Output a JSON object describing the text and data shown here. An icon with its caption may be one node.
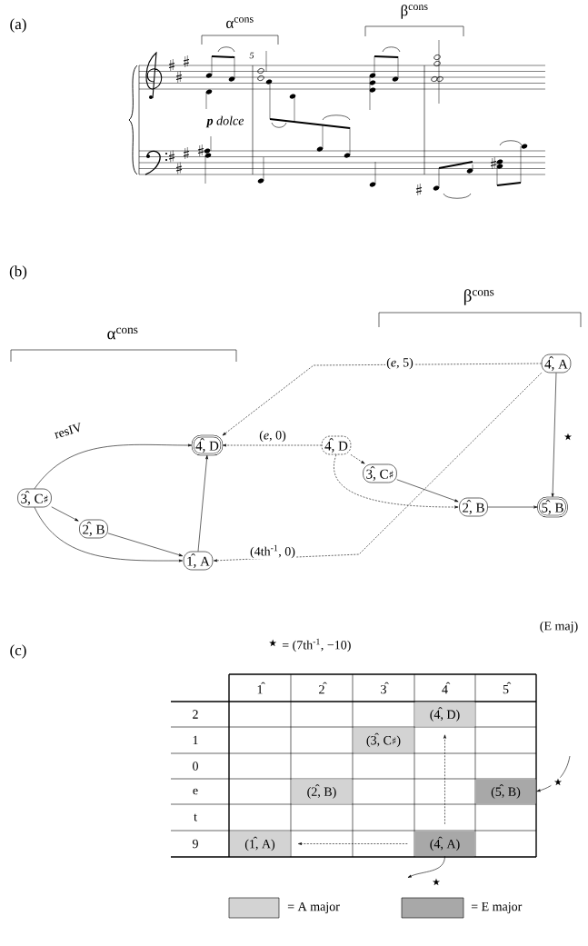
{
  "diagram": {
    "nodes": [
      {
        "text": [
          "3̂, C♯"
        ]
      },
      {
        "text": [
          "2̂, B"
        ]
      },
      {
        "text": [
          "1̂, A"
        ]
      },
      {
        "text": [
          "4̂, D"
        ]
      },
      {
        "text": [
          "4̂, D"
        ]
      },
      {
        "text": [
          "3̂, C♯"
        ]
      },
      {
        "text": [
          "2̂, B"
        ]
      },
      {
        "text": [
          "5̂, B"
        ]
      },
      {
        "text": [
          "4̂, A"
        ]
      },
      {
        "text": [
          "(4̂, D)"
        ]
      },
      {
        "text": [
          "(3̂, C♯)"
        ]
      },
      {
        "text": [
          "(2̂, B)"
        ]
      },
      {
        "text": [
          "(5̂, B)"
        ]
      },
      {
        "text": [
          "(1̂, A)"
        ]
      },
      {
        "text": [
          "(4̂, A)"
        ]
      }
    ],
    "edges": [
      {
        "from": 0,
        "to": 3,
        "arrow": "to",
        "label": "resIV"
      },
      {
        "from": 0,
        "to": 1,
        "arrow": "to"
      },
      {
        "from": 0,
        "to": 2,
        "arrow": "to"
      },
      {
        "from": 1,
        "to": 2,
        "arrow": "to"
      },
      {
        "from": 2,
        "to": 3,
        "arrow": "to"
      },
      {
        "from": 4,
        "to": 3,
        "arrow": "to",
        "label": "(*e*, 0)",
        "style": "dashed"
      },
      {
        "from": 4,
        "to": 5,
        "arrow": "to",
        "style": "dashed"
      },
      {
        "from": 4,
        "to": 6,
        "arrow": "to",
        "style": "dashed"
      },
      {
        "from": 5,
        "to": 6,
        "arrow": "to"
      },
      {
        "from": 6,
        "to": 7,
        "arrow": "to"
      },
      {
        "from": 8,
        "to": 7,
        "arrow": "to",
        "label": "⋆"
      },
      {
        "from": 8,
        "to": 3,
        "arrow": "to",
        "label": "(*e*, 5)",
        "style": "dashed"
      },
      {
        "from": 8,
        "to": 2,
        "arrow": "to",
        "label": "(4th$^{-1}$, 0)",
        "style": "dashed"
      },
      {
        "from": 14,
        "to": 9,
        "arrow": "to",
        "style": "dashed"
      },
      {
        "from": 14,
        "to": 13,
        "arrow": "to",
        "style": "dashed"
      },
      {
        "from": null,
        "to": 12,
        "arrow": "to",
        "label": "⋆"
      },
      {
        "from": 14,
        "to": null,
        "arrow": "to",
        "label": "⋆"
      }
    ],
    "labels": [
      "(a)",
      "α$^{cons}$",
      "β$^{cons}$",
      "5",
      "**p** dolce",
      "(b)",
      "β$^{cons}$",
      "α$^{cons}$",
      "(E maj)",
      "⋆ = (7th$^{-1}$, −10)",
      "(c)",
      "1̂",
      "2̂",
      "3̂",
      "4̂",
      "5̂",
      "2",
      "1",
      "0",
      "e",
      "t",
      "9"
    ],
    "legend": [
      {
        "text": "= A major",
        "color": "#d3d3d3"
      },
      {
        "text": "= E major",
        "color": "#a8a8a8"
      }
    ]
  }
}
